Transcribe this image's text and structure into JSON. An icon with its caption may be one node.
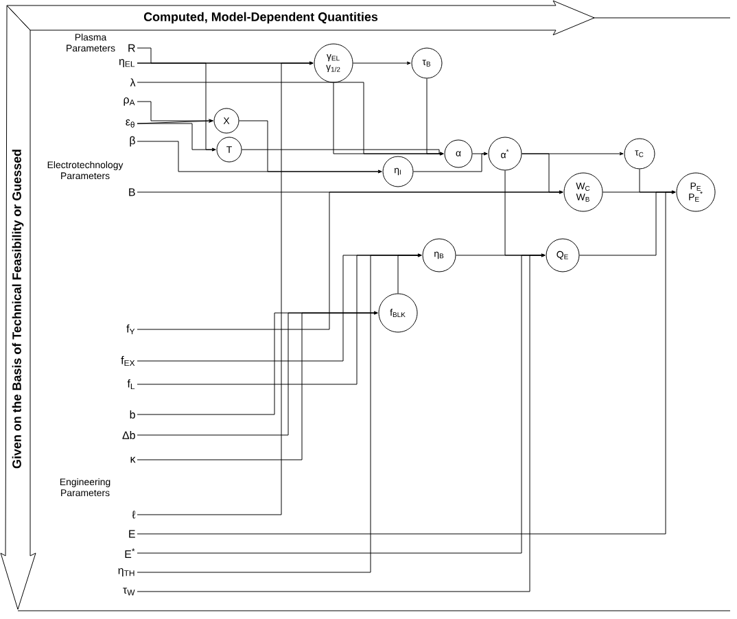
{
  "diagram": {
    "nodes": [
      {
        "text": [
          "R"
        ]
      },
      {
        "text": [
          "η$_{EL}$"
        ]
      },
      {
        "text": [
          "λ"
        ]
      },
      {
        "text": [
          "ρ$_{A}$"
        ]
      },
      {
        "text": [
          "ε$_{θ}$"
        ]
      },
      {
        "text": [
          "β"
        ]
      },
      {
        "text": [
          "B"
        ]
      },
      {
        "text": [
          "f$_{Y}$"
        ]
      },
      {
        "text": [
          "f$_{EX}$"
        ]
      },
      {
        "text": [
          "f$_{L}$"
        ]
      },
      {
        "text": [
          "b"
        ]
      },
      {
        "text": [
          "Δb"
        ]
      },
      {
        "text": [
          "κ"
        ]
      },
      {
        "text": [
          "ℓ"
        ]
      },
      {
        "text": [
          "E"
        ]
      },
      {
        "text": [
          "E$^{*}$"
        ]
      },
      {
        "text": [
          "η$_{TH}$"
        ]
      },
      {
        "text": [
          "τ$_{W}$"
        ]
      },
      {
        "text": [
          "γ$_{EL}$ γ$_{1/2}$"
        ]
      },
      {
        "text": [
          "τ$_{B}$"
        ]
      },
      {
        "text": [
          "X"
        ]
      },
      {
        "text": [
          "T"
        ]
      },
      {
        "text": [
          "η$_{I}$"
        ]
      },
      {
        "text": [
          "α"
        ]
      },
      {
        "text": [
          "α$^{*}$"
        ]
      },
      {
        "text": [
          "τ$_{C}$"
        ]
      },
      {
        "text": [
          "W$_{C}$ W$_{B}$"
        ]
      },
      {
        "text": [
          "P$_{E}$ P$_{E}$$^{*}$"
        ]
      },
      {
        "text": [
          "η$_{B}$"
        ]
      },
      {
        "text": [
          "Q$_{E}$"
        ]
      },
      {
        "text": [
          "f$_{BLK}$"
        ]
      }
    ],
    "edges": [
      {
        "from": 0,
        "to": 18,
        "arrow": "to"
      },
      {
        "from": 1,
        "to": 18,
        "arrow": "to"
      },
      {
        "from": 1,
        "to": 21,
        "arrow": "to"
      },
      {
        "from": 3,
        "to": 20,
        "arrow": "to"
      },
      {
        "from": 4,
        "to": 20,
        "arrow": "to"
      },
      {
        "from": 4,
        "to": 21,
        "arrow": "to"
      },
      {
        "from": 2,
        "to": 23,
        "arrow": "to"
      },
      {
        "from": 18,
        "to": 19,
        "arrow": "to"
      },
      {
        "from": 18,
        "to": 23,
        "arrow": "to"
      },
      {
        "from": 19,
        "to": 23,
        "arrow": "to"
      },
      {
        "from": 21,
        "to": 23,
        "arrow": "to"
      },
      {
        "from": 5,
        "to": 22,
        "arrow": "to"
      },
      {
        "from": 20,
        "to": 22,
        "arrow": "to"
      },
      {
        "from": 22,
        "to": 24,
        "arrow": "to"
      },
      {
        "from": 23,
        "to": 24,
        "arrow": "to"
      },
      {
        "from": 24,
        "to": 25,
        "arrow": "to"
      },
      {
        "from": 24,
        "to": 26,
        "arrow": "to"
      },
      {
        "from": 6,
        "to": 26,
        "arrow": "to"
      },
      {
        "from": 26,
        "to": 27,
        "arrow": "to"
      },
      {
        "from": 25,
        "to": 27,
        "arrow": "to"
      },
      {
        "from": 8,
        "to": 28,
        "arrow": "to"
      },
      {
        "from": 9,
        "to": 28,
        "arrow": "to"
      },
      {
        "from": 10,
        "to": 30,
        "arrow": "to"
      },
      {
        "from": 11,
        "to": 30,
        "arrow": "to"
      },
      {
        "from": 12,
        "to": 30,
        "arrow": "to"
      },
      {
        "from": 30,
        "to": 28,
        "arrow": "to"
      },
      {
        "from": 28,
        "to": 29,
        "arrow": "to"
      },
      {
        "from": 24,
        "to": 29,
        "arrow": "to"
      },
      {
        "from": 29,
        "to": 27,
        "arrow": "to"
      },
      {
        "from": 7,
        "to": 26,
        "arrow": "to"
      },
      {
        "from": 13,
        "to": 18,
        "arrow": "to"
      },
      {
        "from": 14,
        "to": 27,
        "arrow": "to"
      },
      {
        "from": 15,
        "to": 29,
        "arrow": "to"
      },
      {
        "from": 16,
        "to": 28,
        "arrow": "to"
      },
      {
        "from": 17,
        "to": 29,
        "arrow": "to"
      }
    ],
    "labels": [
      "Computed, Model-Dependent Quantities",
      "Given on the Basis of Technical Feasibility or Guessed",
      "Plasma Parameters",
      "Electrotechnology Parameters",
      "Engineering Parameters"
    ]
  }
}
